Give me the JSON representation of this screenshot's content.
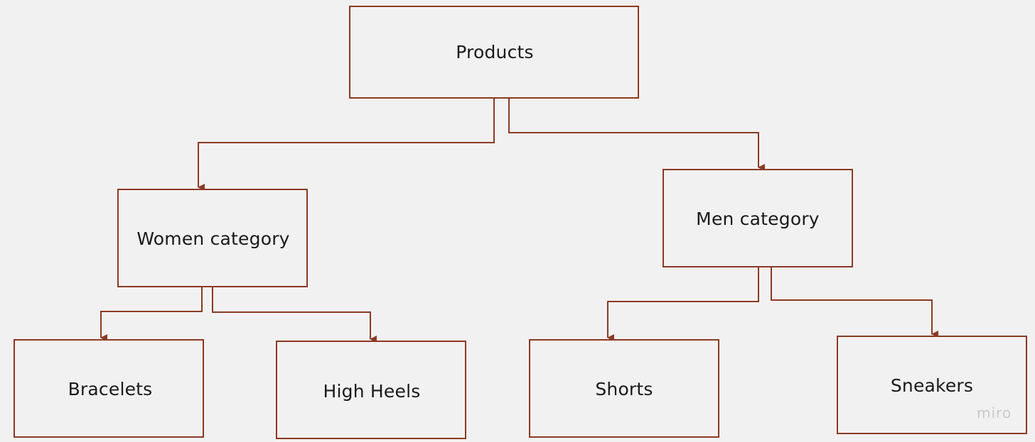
{
  "diagram": {
    "nodes": {
      "products": "Products",
      "women": "Women category",
      "men": "Men category",
      "bracelets": "Bracelets",
      "high_heels": "High Heels",
      "shorts": "Shorts",
      "sneakers": "Sneakers"
    },
    "edges": [
      {
        "from": "products",
        "to": "women"
      },
      {
        "from": "products",
        "to": "men"
      },
      {
        "from": "women",
        "to": "bracelets"
      },
      {
        "from": "women",
        "to": "high_heels"
      },
      {
        "from": "men",
        "to": "shorts"
      },
      {
        "from": "men",
        "to": "sneakers"
      }
    ],
    "colors": {
      "stroke": "#8b3a24",
      "background": "#f2f1f1",
      "text": "#1a1a1a",
      "watermark": "#c9c9c9"
    }
  },
  "watermark": "miro"
}
